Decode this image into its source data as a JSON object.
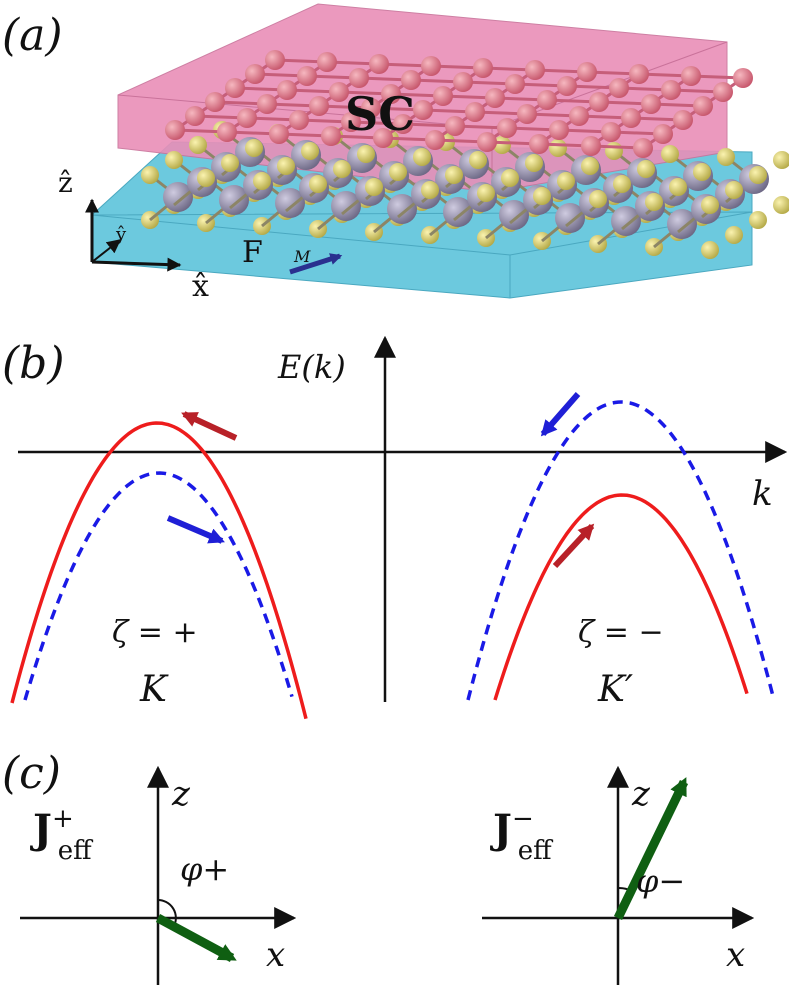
{
  "panels": {
    "a": {
      "label": "(a)",
      "layer_sc": "SC",
      "layer_f": "F",
      "magnetization": "M",
      "axis_z": "ẑ",
      "axis_y": "ŷ",
      "axis_x": "x̂"
    },
    "b": {
      "label": "(b)",
      "y_axis": "E(k)",
      "x_axis": "k",
      "valley_left": {
        "zeta_label": "ζ = +",
        "name": "K"
      },
      "valley_right": {
        "zeta_label": "ζ = −",
        "name": "K′"
      }
    },
    "c": {
      "label": "(c)",
      "left": {
        "j_main": "J",
        "j_sup": "+",
        "j_sub": "eff",
        "x": "x",
        "z": "z",
        "angle": "φ+"
      },
      "right": {
        "j_main": "J",
        "j_sup": "−",
        "j_sub": "eff",
        "x": "x",
        "z": "z",
        "angle": "φ−"
      }
    }
  },
  "colors": {
    "sc_slab": "#e98fb8",
    "f_slab": "#6cc9de",
    "sc_atom": "#d9707e",
    "s_atom": "#d8cf6a",
    "metal_atom": "#8f8aa6",
    "band_solid": "#ee1c1c",
    "band_dashed": "#1a1ae6",
    "arrow_red": "#b82128",
    "arrow_blue": "#1f1fd6",
    "arrow_green": "#0f5f12",
    "m_arrow": "#2a2f8f"
  },
  "icons": {
    "m_arrow": "arrow-icon",
    "axis_arrows": "arrow-icon"
  }
}
